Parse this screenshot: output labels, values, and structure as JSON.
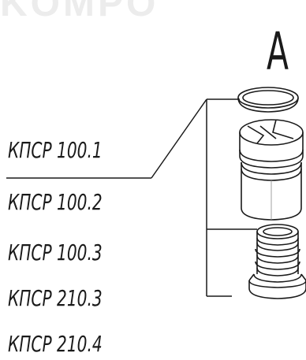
{
  "watermark": "KOMPO",
  "view_letter": "A",
  "part_labels": [
    "КПСР 100.1",
    "КПСР 100.2",
    "КПСР 100.3",
    "КПСР 210.3",
    "КПСР 210.4"
  ],
  "colors": {
    "line": "#1a1a1a",
    "watermark": "#ececec",
    "background": "#ffffff"
  }
}
